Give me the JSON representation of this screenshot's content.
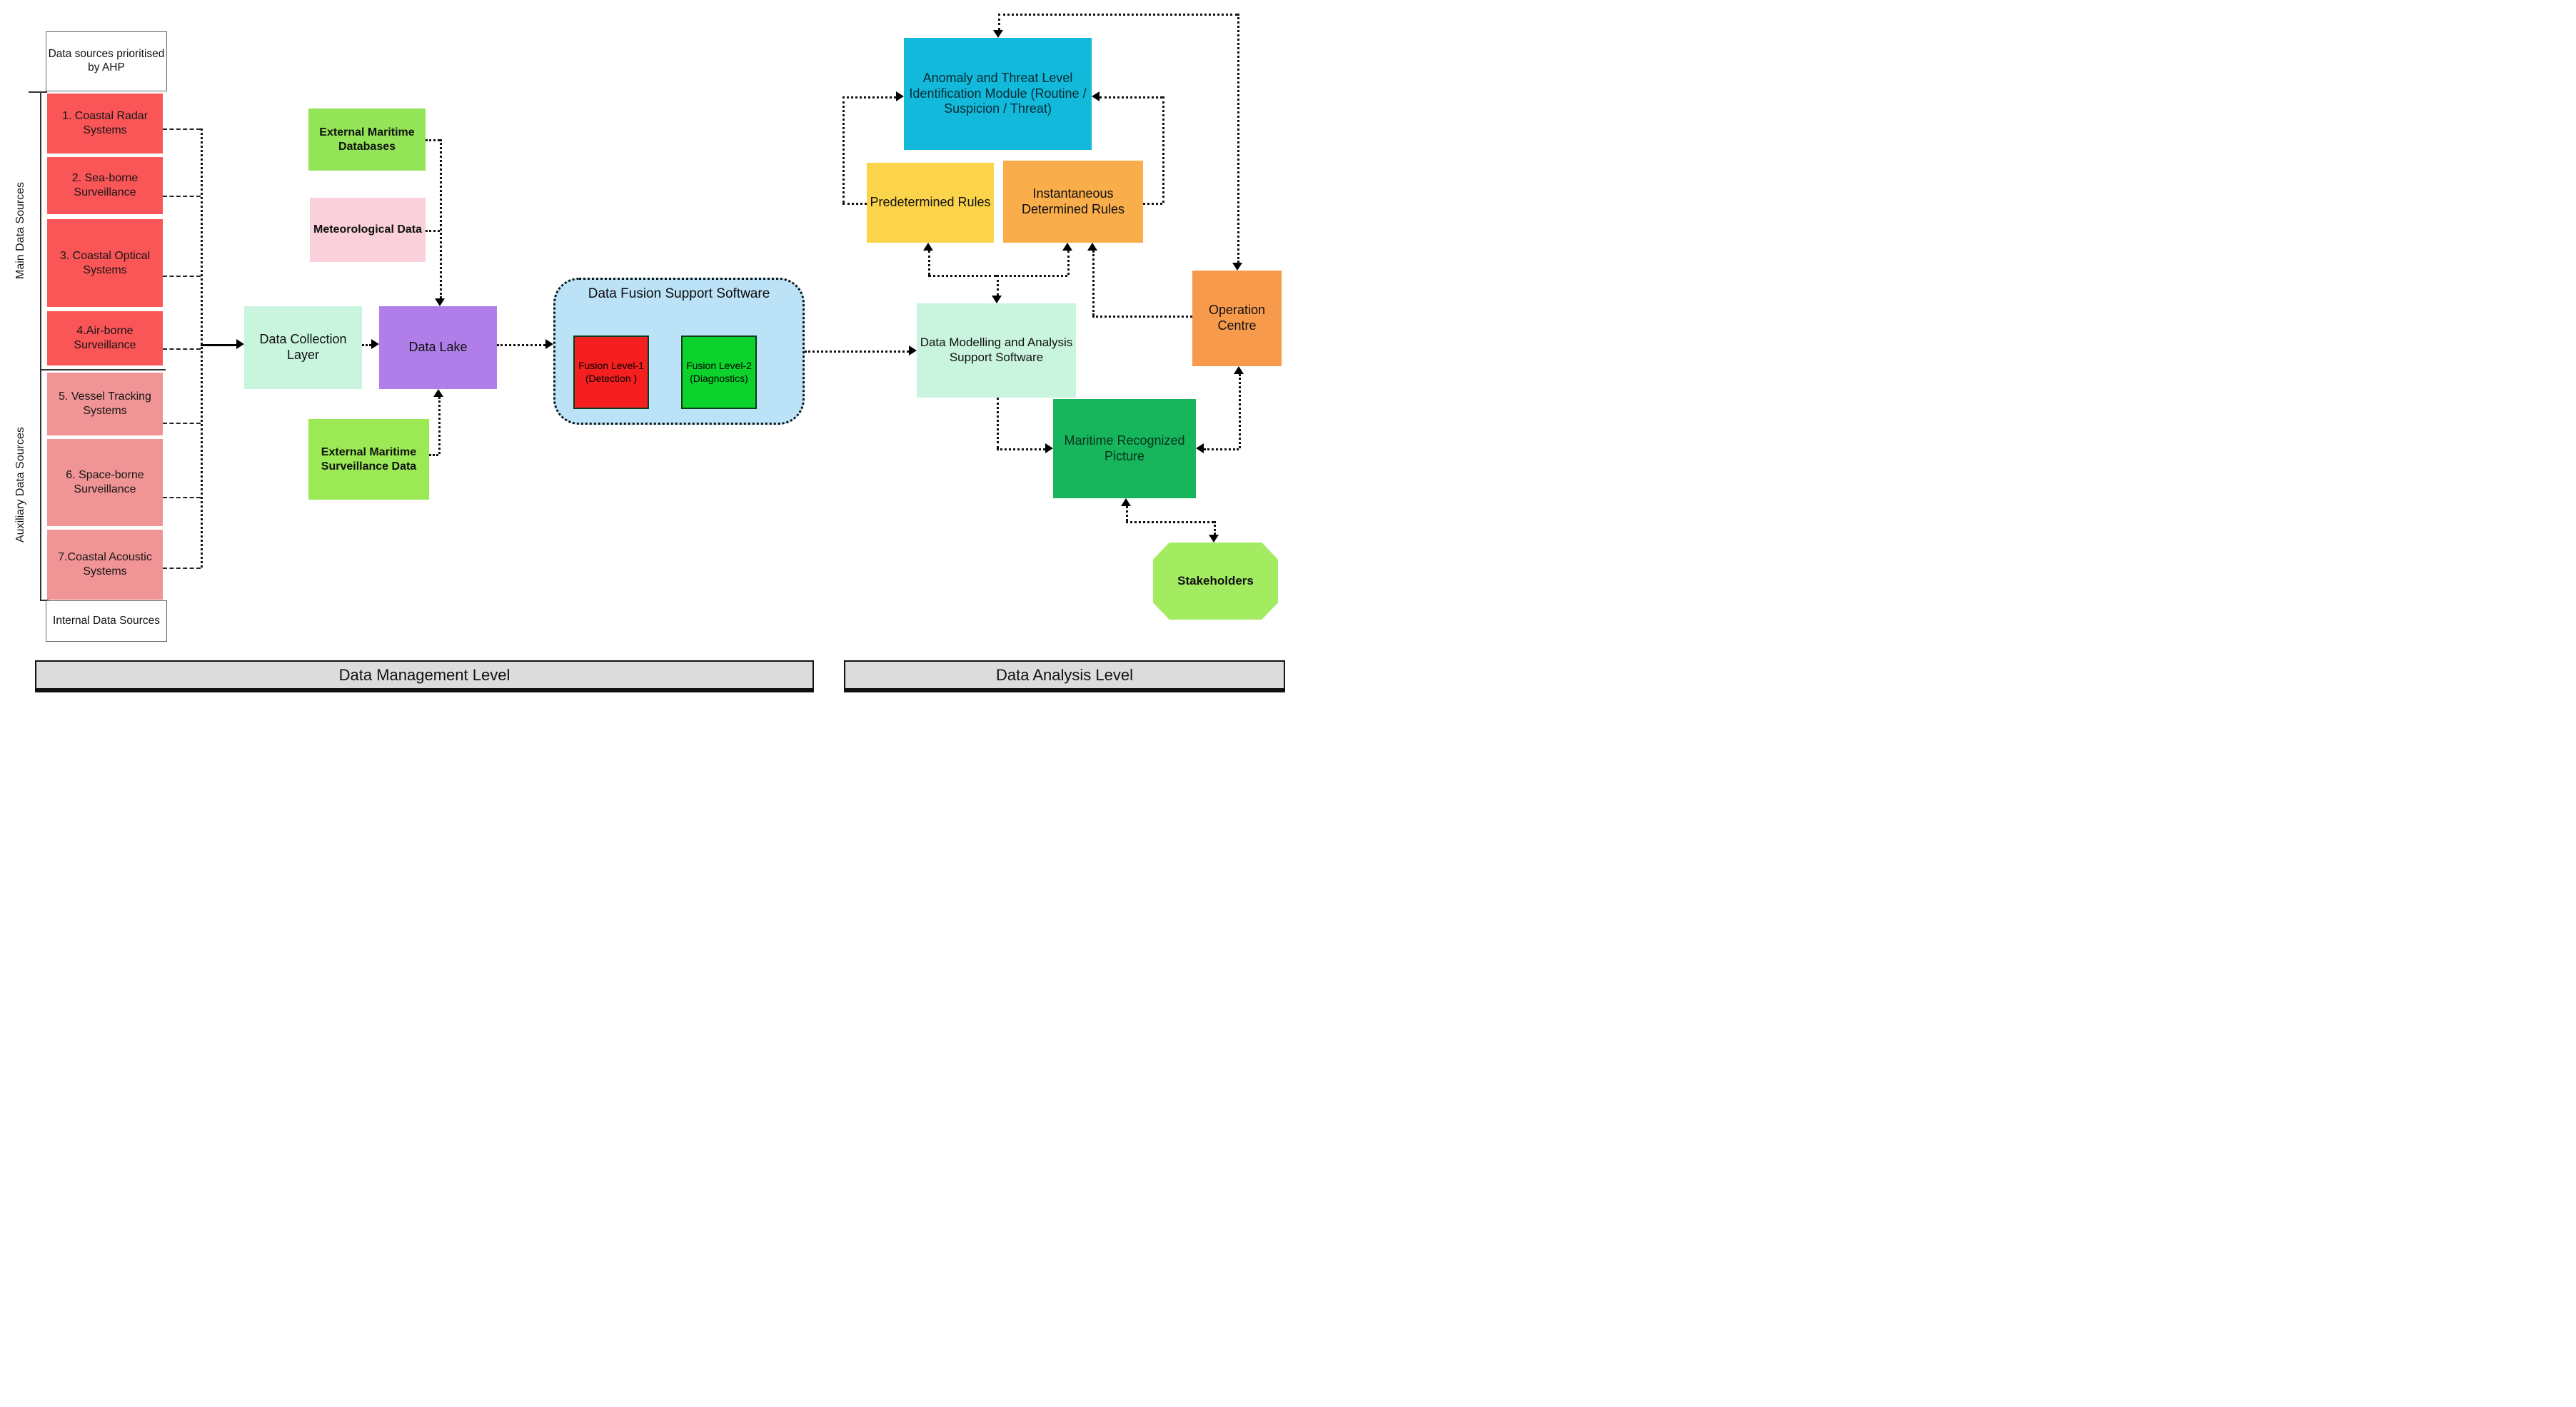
{
  "colors": {
    "source_main": "#FA5557",
    "source_aux": "#F09495",
    "external_maritime_databases": "#93E457",
    "meteorological_data": "#FAD1DA",
    "data_collection_layer": "#C9F4DE",
    "data_lake": "#B07EE9",
    "external_maritime_surveillance_data": "#9BEA55",
    "fusion_container": "#BCE2F7",
    "fusion_level1": "#F51F1F",
    "fusion_level2": "#0BD32B",
    "anomaly_module": "#12B9DA",
    "predetermined_rules": "#FCD44C",
    "instantaneous_rules": "#F9AD4B",
    "data_modelling": "#C9F4DE",
    "operation_centre": "#F89A4C",
    "maritime_recognized_picture": "#17B55C",
    "stakeholders": "#A3EC62",
    "level_bar": "#DCDCDC"
  },
  "left_panel": {
    "header": "Data sources prioritised by AHP",
    "main_group_label": "Main Data Sources",
    "aux_group_label": "Auxiliary Data Sources",
    "footer": "Internal Data Sources",
    "sources": [
      {
        "label": "1.  Coastal Radar Systems",
        "group": "main"
      },
      {
        "label": "2. Sea-borne Surveillance",
        "group": "main"
      },
      {
        "label": "3. Coastal Optical Systems",
        "group": "main"
      },
      {
        "label": "4.Air-borne Surveillance",
        "group": "main"
      },
      {
        "label": "5. Vessel Tracking Systems",
        "group": "auxiliary"
      },
      {
        "label": "6. Space-borne Surveillance",
        "group": "auxiliary"
      },
      {
        "label": "7.Coastal Acoustic Systems",
        "group": "auxiliary"
      }
    ]
  },
  "management_level": {
    "external_maritime_databases": "External Maritime Databases",
    "meteorological_data": "Meteorological Data",
    "data_collection_layer": "Data Collection Layer",
    "data_lake": "Data Lake",
    "external_maritime_surveillance_data": "External Maritime Surveillance Data",
    "fusion": {
      "title": "Data Fusion Support Software",
      "level1": "Fusion Level-1 (Detection )",
      "level2": "Fusion Level-2 (Diagnostics)"
    },
    "bar_label": "Data Management Level"
  },
  "analysis_level": {
    "anomaly_module": "Anomaly and Threat Level Identification Module (Routine / Suspicion / Threat)",
    "predetermined_rules": "Predetermined Rules",
    "instantaneous_rules": "Instantaneous Determined Rules",
    "data_modelling": "Data Modelling and Analysis Support Software",
    "operation_centre": "Operation Centre",
    "maritime_recognized_picture": "Maritime Recognized Picture",
    "stakeholders": "Stakeholders",
    "bar_label": "Data Analysis Level"
  }
}
